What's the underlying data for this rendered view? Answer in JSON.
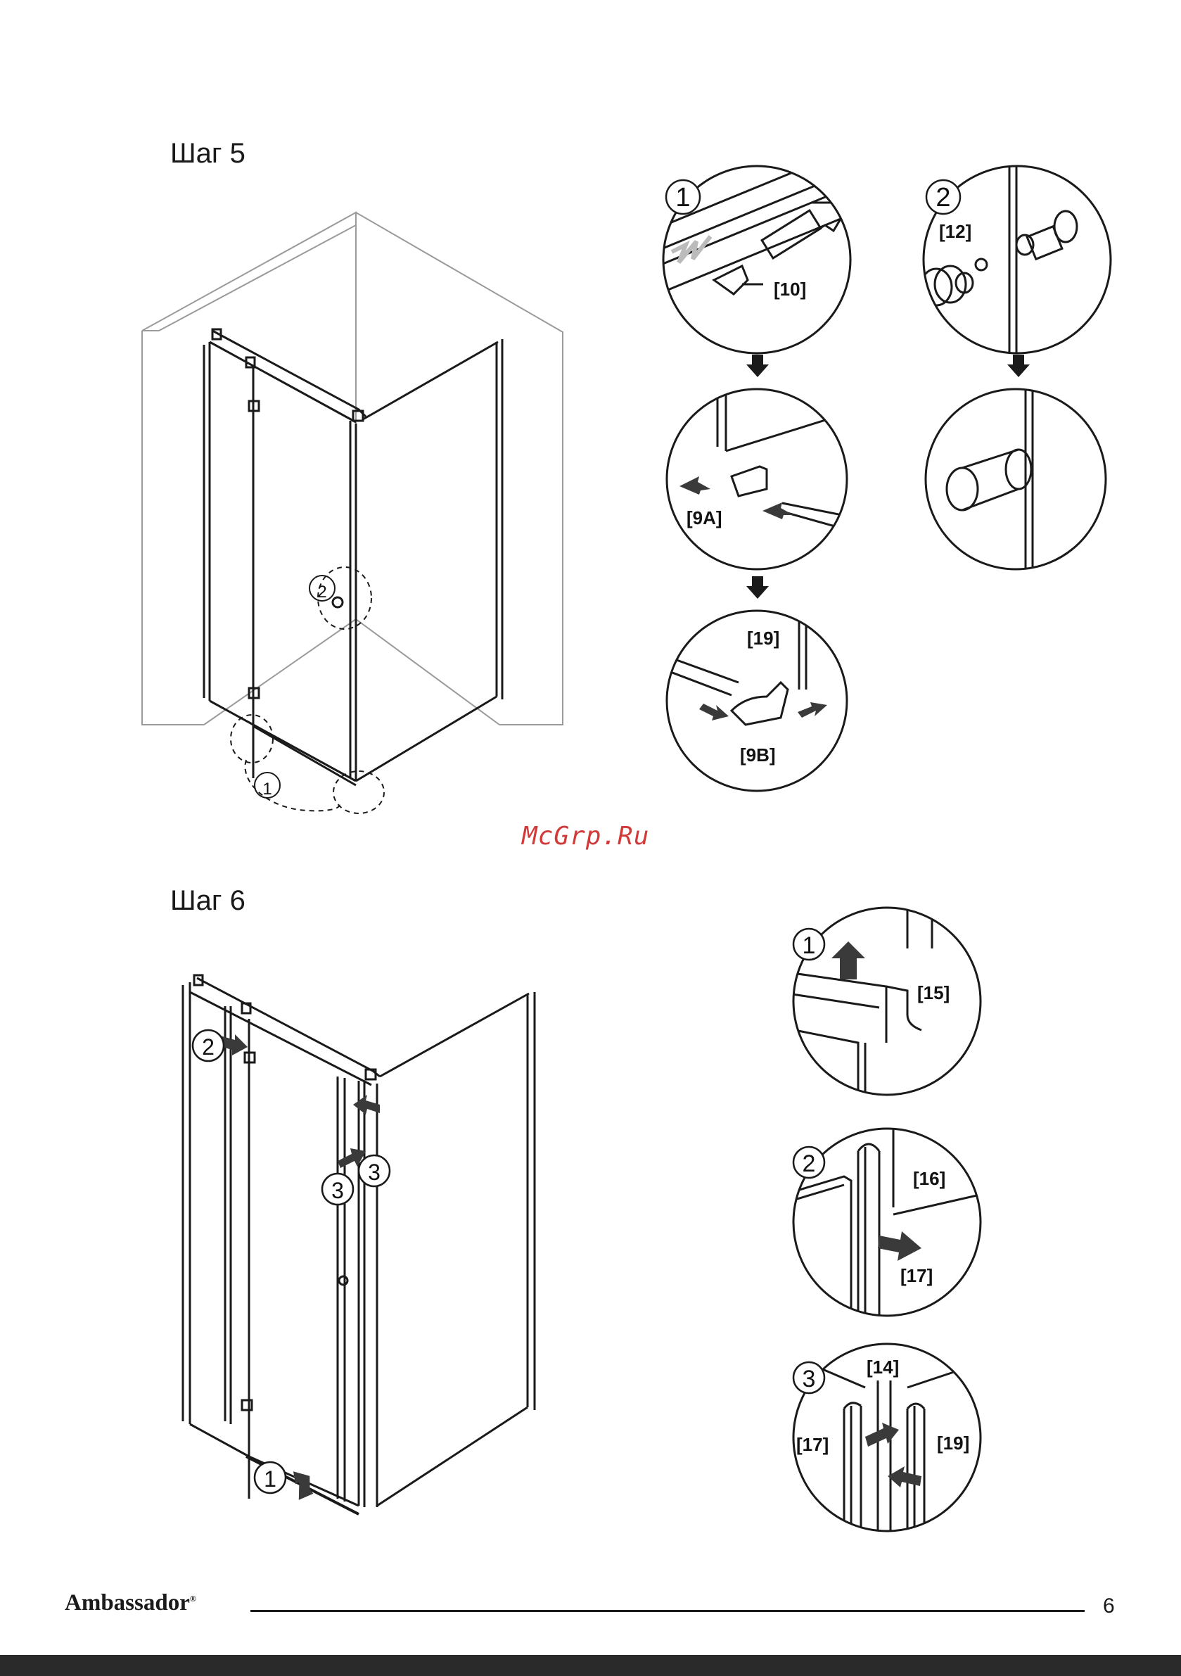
{
  "step5": {
    "title": "Шаг 5",
    "main_markers": {
      "m1": "1",
      "m2": "2"
    },
    "detail1": {
      "marker": "1",
      "label_10": "[10]"
    },
    "detail2": {
      "marker": "2",
      "label_12": "[12]"
    },
    "detail_9a": {
      "label": "[9A]"
    },
    "detail_9b": {
      "label_19": "[19]",
      "label_9b": "[9B]"
    }
  },
  "watermark": "McGrp.Ru",
  "step6": {
    "title": "Шаг 6",
    "main_markers": {
      "m1": "1",
      "m2": "2",
      "m3a": "3",
      "m3b": "3"
    },
    "detail1": {
      "marker": "1",
      "label_15": "[15]"
    },
    "detail2": {
      "marker": "2",
      "label_16": "[16]",
      "label_17": "[17]"
    },
    "detail3": {
      "marker": "3",
      "label_14": "[14]",
      "label_17": "[17]",
      "label_19": "[19]"
    }
  },
  "footer": {
    "brand": "Ambassador",
    "brand_mark": "®",
    "page_number": "6"
  },
  "colors": {
    "line": "#1a1a1a",
    "wall": "#9a9a9a",
    "arrow": "#3a3a3a",
    "watermark": "#d23a3a"
  }
}
